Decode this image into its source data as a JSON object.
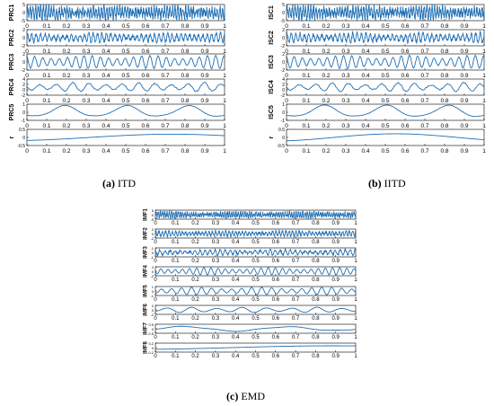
{
  "captions": {
    "a": {
      "letter": "(a)",
      "text": " ITD"
    },
    "b": {
      "letter": "(b)",
      "text": " IITD"
    },
    "c": {
      "letter": "(c)",
      "text": " EMD"
    }
  },
  "x_ticks": [
    "0",
    "0.1",
    "0.2",
    "0.3",
    "0.4",
    "0.5",
    "0.6",
    "0.7",
    "0.8",
    "0.9",
    "1"
  ],
  "line_color": "#1f6fb4",
  "chart_data": [
    {
      "type": "line",
      "title": "",
      "caption": "(a) ITD",
      "xlim": [
        0,
        1
      ],
      "panels": [
        {
          "label": "PRC1",
          "ylim": [
            -5,
            5
          ],
          "yticks": [
            "5",
            "0",
            "-5"
          ],
          "freq": 75,
          "amp": 0.7,
          "noise": 0.9
        },
        {
          "label": "PRC2",
          "ylim": [
            -2,
            2
          ],
          "yticks": [
            "2",
            "0",
            "-2"
          ],
          "freq": 45,
          "amp": 0.55,
          "noise": 0.45
        },
        {
          "label": "PRC3",
          "ylim": [
            -2,
            2
          ],
          "yticks": [
            "2",
            "0",
            "-2"
          ],
          "freq": 24,
          "amp": 0.8,
          "noise": 0.1
        },
        {
          "label": "PRC4",
          "ylim": [
            -2,
            4
          ],
          "yticks": [
            "4",
            "2",
            "0",
            "-2"
          ],
          "freq": 12,
          "amp": 0.55,
          "noise": 0.15
        },
        {
          "label": "PRC5",
          "ylim": [
            -1,
            1
          ],
          "yticks": [
            "1",
            "0",
            "-1"
          ],
          "freq": 3.2,
          "amp": 0.85,
          "noise": 0.03
        },
        {
          "label": "r",
          "ylim": [
            -0.5,
            0.5
          ],
          "yticks": [
            "0.5",
            "0",
            "-0.5"
          ],
          "freq": 0.6,
          "amp": 0.4,
          "noise": 0,
          "trend": true
        }
      ]
    },
    {
      "type": "line",
      "title": "",
      "caption": "(b) IITD",
      "xlim": [
        0,
        1
      ],
      "panels": [
        {
          "label": "ISC1",
          "ylim": [
            -5,
            5
          ],
          "yticks": [
            "5",
            "0",
            "-5"
          ],
          "freq": 75,
          "amp": 0.7,
          "noise": 0.9
        },
        {
          "label": "ISC2",
          "ylim": [
            -2,
            2
          ],
          "yticks": [
            "2",
            "0",
            "-2"
          ],
          "freq": 45,
          "amp": 0.55,
          "noise": 0.45
        },
        {
          "label": "ISC3",
          "ylim": [
            -2,
            2
          ],
          "yticks": [
            "2",
            "0",
            "-2"
          ],
          "freq": 24,
          "amp": 0.8,
          "noise": 0.1
        },
        {
          "label": "ISC4",
          "ylim": [
            -2,
            4
          ],
          "yticks": [
            "4",
            "2",
            "0",
            "-2"
          ],
          "freq": 12,
          "amp": 0.55,
          "noise": 0.15
        },
        {
          "label": "ISC5",
          "ylim": [
            -1,
            1
          ],
          "yticks": [
            "1",
            "0",
            "-1"
          ],
          "freq": 3.2,
          "amp": 0.9,
          "noise": 0.03
        },
        {
          "label": "r",
          "ylim": [
            -0.5,
            0.5
          ],
          "yticks": [
            "0.5",
            "0",
            "-0.5"
          ],
          "freq": 0.8,
          "amp": 0.45,
          "noise": 0,
          "trend": true
        }
      ]
    },
    {
      "type": "line",
      "title": "",
      "caption": "(c) EMD",
      "xlim": [
        0,
        1
      ],
      "panels": [
        {
          "label": "IMF1",
          "ylim": [
            -5,
            5
          ],
          "yticks": [
            "5",
            "0",
            "-5"
          ],
          "freq": 90,
          "amp": 0.6,
          "noise": 0.8
        },
        {
          "label": "IMF2",
          "ylim": [
            -2,
            2
          ],
          "yticks": [
            "2",
            "0",
            "-2"
          ],
          "freq": 60,
          "amp": 0.6,
          "noise": 0.5
        },
        {
          "label": "IMF3",
          "ylim": [
            -1,
            1
          ],
          "yticks": [
            "1",
            "0",
            "-1"
          ],
          "freq": 40,
          "amp": 0.6,
          "noise": 0.5
        },
        {
          "label": "IMF4",
          "ylim": [
            -2,
            2
          ],
          "yticks": [
            "2",
            "0",
            "-2"
          ],
          "freq": 28,
          "amp": 0.8,
          "noise": 0.05
        },
        {
          "label": "IMF5",
          "ylim": [
            -1,
            1
          ],
          "yticks": [
            "1",
            "0",
            "-1"
          ],
          "freq": 20,
          "amp": 0.85,
          "noise": 0.05
        },
        {
          "label": "IMF6",
          "ylim": [
            -2,
            2
          ],
          "yticks": [
            "2",
            "0",
            "-2"
          ],
          "freq": 8,
          "amp": 0.6,
          "noise": 0.02
        },
        {
          "label": "IMF7",
          "ylim": [
            -0.5,
            0.5
          ],
          "yticks": [
            "0.5",
            "0",
            "-0.5"
          ],
          "freq": 2,
          "amp": 0.6,
          "noise": 0
        },
        {
          "label": "IMF8",
          "ylim": [
            -0.2,
            0.2
          ],
          "yticks": [
            "0.2",
            "0",
            "-0.2"
          ],
          "freq": 0.5,
          "amp": 0.4,
          "noise": 0,
          "trend": true
        }
      ]
    }
  ]
}
